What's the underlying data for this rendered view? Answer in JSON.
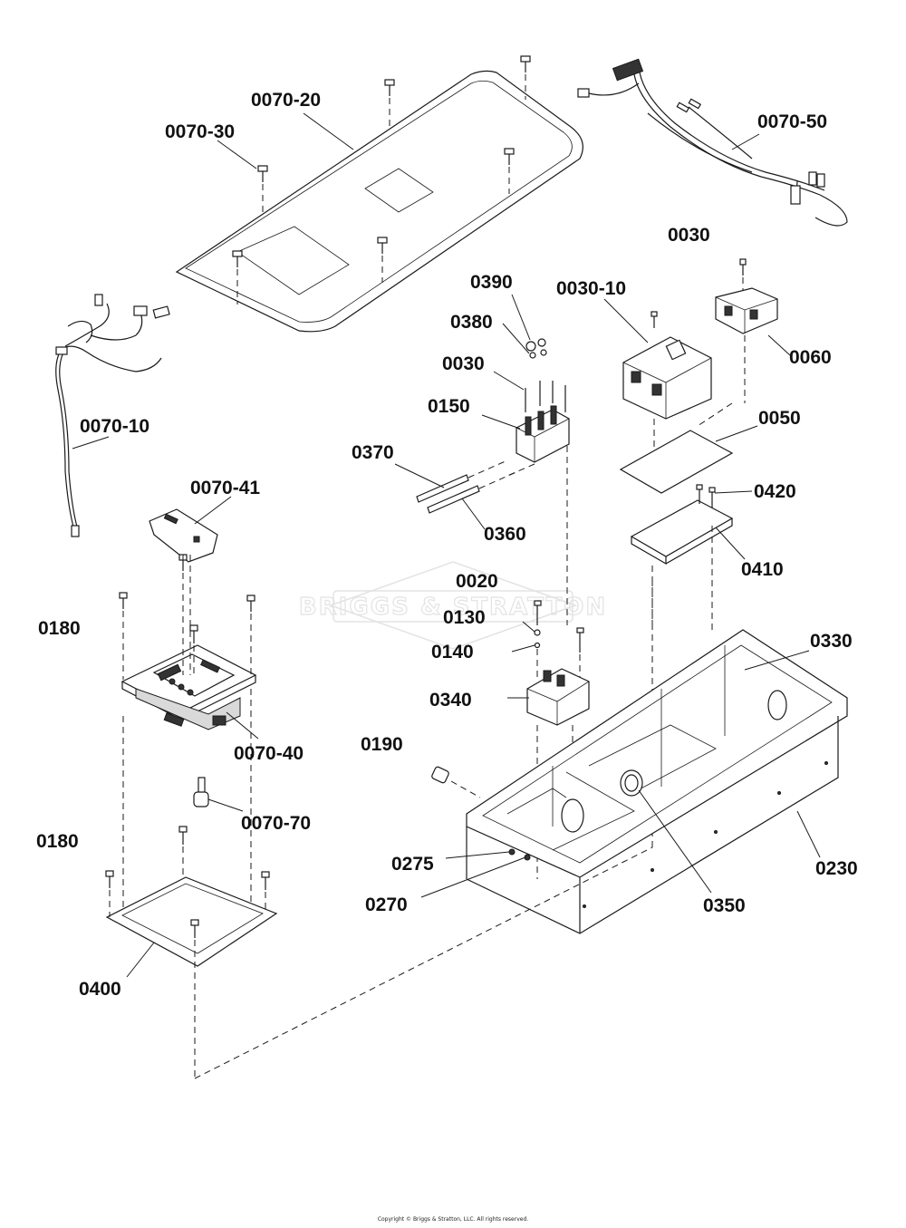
{
  "diagram": {
    "watermark_text": "BRIGGS & STRATTON",
    "copyright": "Copyright © Briggs & Stratton, LLC. All rights reserved.",
    "labels": [
      {
        "id": "0070-20",
        "text": "0070-20"
      },
      {
        "id": "0070-30",
        "text": "0070-30"
      },
      {
        "id": "0070-50",
        "text": "0070-50"
      },
      {
        "id": "0030-top",
        "text": "0030"
      },
      {
        "id": "0030-10",
        "text": "0030-10"
      },
      {
        "id": "0060",
        "text": "0060"
      },
      {
        "id": "0390",
        "text": "0390"
      },
      {
        "id": "0380",
        "text": "0380"
      },
      {
        "id": "0030-mid",
        "text": "0030"
      },
      {
        "id": "0150",
        "text": "0150"
      },
      {
        "id": "0070-10",
        "text": "0070-10"
      },
      {
        "id": "0370",
        "text": "0370"
      },
      {
        "id": "0360",
        "text": "0360"
      },
      {
        "id": "0050",
        "text": "0050"
      },
      {
        "id": "0420",
        "text": "0420"
      },
      {
        "id": "0410",
        "text": "0410"
      },
      {
        "id": "0070-41",
        "text": "0070-41"
      },
      {
        "id": "0180-top",
        "text": "0180"
      },
      {
        "id": "0020",
        "text": "0020"
      },
      {
        "id": "0130",
        "text": "0130"
      },
      {
        "id": "0140",
        "text": "0140"
      },
      {
        "id": "0330",
        "text": "0330"
      },
      {
        "id": "0340",
        "text": "0340"
      },
      {
        "id": "0070-40",
        "text": "0070-40"
      },
      {
        "id": "0190",
        "text": "0190"
      },
      {
        "id": "0070-70",
        "text": "0070-70"
      },
      {
        "id": "0180-bot",
        "text": "0180"
      },
      {
        "id": "0275",
        "text": "0275"
      },
      {
        "id": "0270",
        "text": "0270"
      },
      {
        "id": "0230",
        "text": "0230"
      },
      {
        "id": "0350",
        "text": "0350"
      },
      {
        "id": "0400",
        "text": "0400"
      }
    ]
  }
}
